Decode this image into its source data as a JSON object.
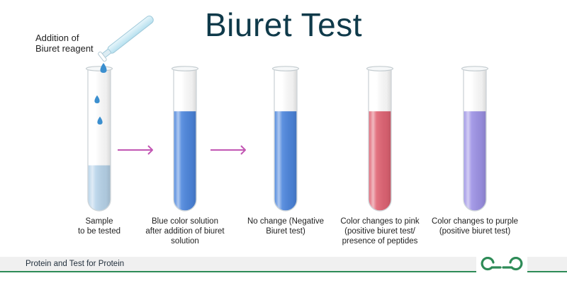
{
  "title": "Biuret Test",
  "reagent_label": [
    "Addition of",
    "Biuret reagent"
  ],
  "colors": {
    "title": "#0f3a4a",
    "arrow": "#c256b3",
    "sample": "#b8d4ea",
    "blue": "#4d86dd",
    "pink": "#e06474",
    "purple": "#9e93e6",
    "drop": "#3b8fcf",
    "footer_green": "#2e8b57"
  },
  "tubes": [
    {
      "caption": [
        "Sample",
        "to be tested"
      ],
      "liquid_color": "#b8d4ea",
      "fill_level": 0.32
    },
    {
      "caption": [
        "Blue color solution",
        "after addition of biuret",
        "solution"
      ],
      "liquid_color": "#4d86dd",
      "fill_level": 0.7
    },
    {
      "caption": [
        "No change (Negative",
        "Biuret test)"
      ],
      "liquid_color": "#4d86dd",
      "fill_level": 0.7
    },
    {
      "caption": [
        "Color changes to pink",
        "(positive biuret test/",
        "presence of peptides"
      ],
      "liquid_color": "#e06474",
      "fill_level": 0.7
    },
    {
      "caption": [
        "Color changes to purple",
        "(positive biuret test)"
      ],
      "liquid_color": "#9e93e6",
      "fill_level": 0.7
    }
  ],
  "footer": {
    "text": "Protein and Test for Protein",
    "logo_icon": "geeksforgeeks-logo-icon"
  }
}
